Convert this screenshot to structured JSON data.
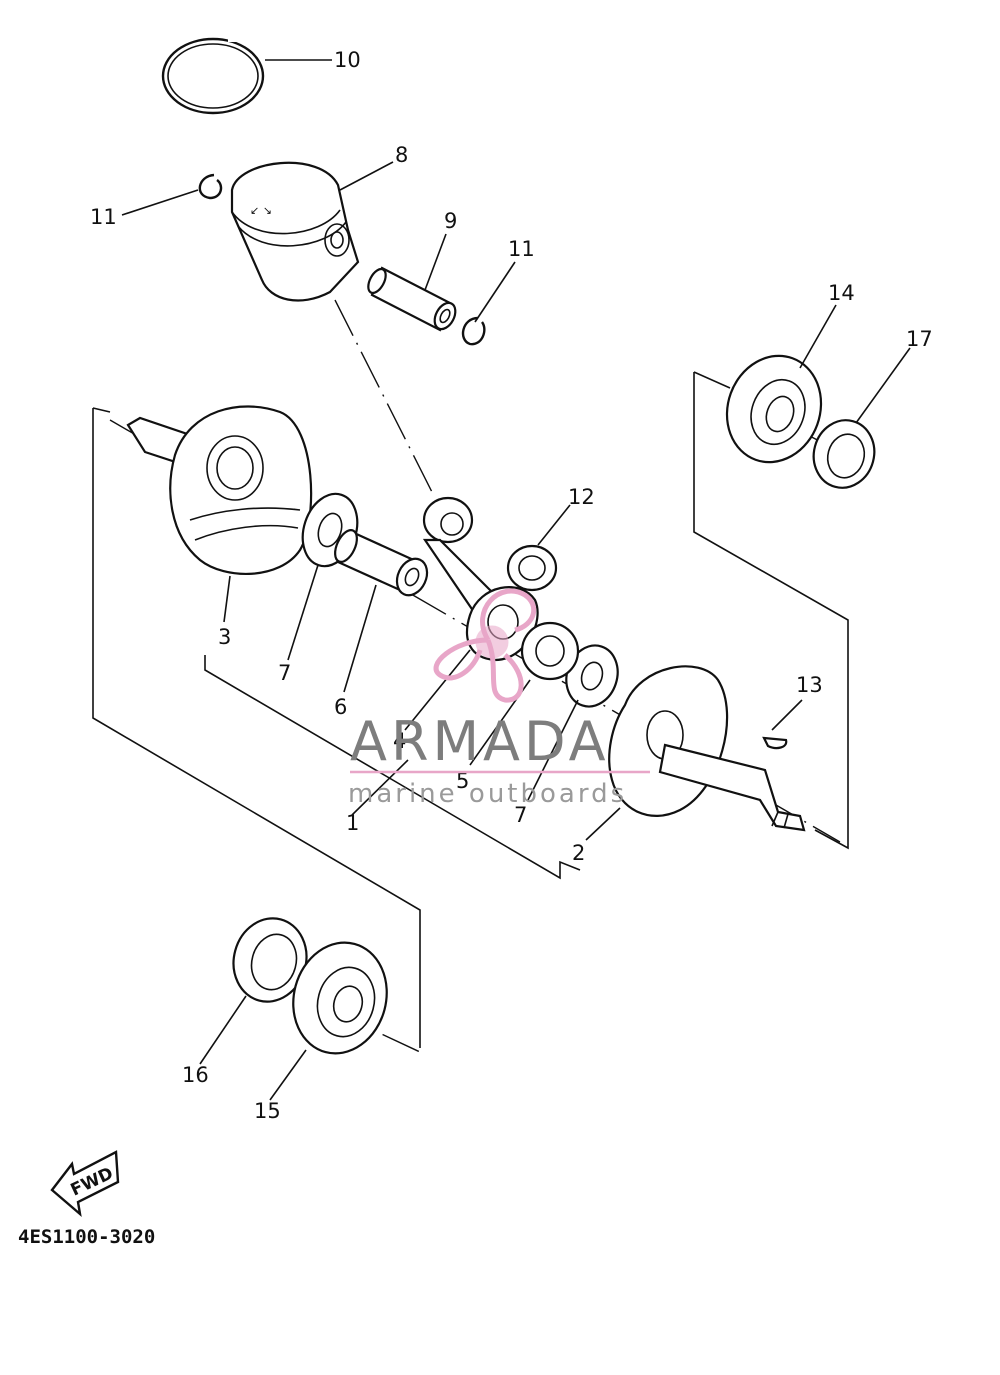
{
  "diagram_code": "4ES1100-3020",
  "fwd_arrow_label": "FWD",
  "watermark": {
    "brand": "ARMADA",
    "tagline": "marine outboards",
    "accent_color": "#e8a6c8"
  },
  "parts": [
    {
      "id": "p1",
      "label": "1"
    },
    {
      "id": "p2",
      "label": "2"
    },
    {
      "id": "p3",
      "label": "3"
    },
    {
      "id": "p4",
      "label": "4"
    },
    {
      "id": "p5",
      "label": "5"
    },
    {
      "id": "p6",
      "label": "6"
    },
    {
      "id": "p7a",
      "label": "7"
    },
    {
      "id": "p7b",
      "label": "7"
    },
    {
      "id": "p8",
      "label": "8"
    },
    {
      "id": "p9",
      "label": "9"
    },
    {
      "id": "p10",
      "label": "10"
    },
    {
      "id": "p11a",
      "label": "11"
    },
    {
      "id": "p11b",
      "label": "11"
    },
    {
      "id": "p12",
      "label": "12"
    },
    {
      "id": "p13",
      "label": "13"
    },
    {
      "id": "p14",
      "label": "14"
    },
    {
      "id": "p15",
      "label": "15"
    },
    {
      "id": "p16",
      "label": "16"
    },
    {
      "id": "p17",
      "label": "17"
    }
  ]
}
